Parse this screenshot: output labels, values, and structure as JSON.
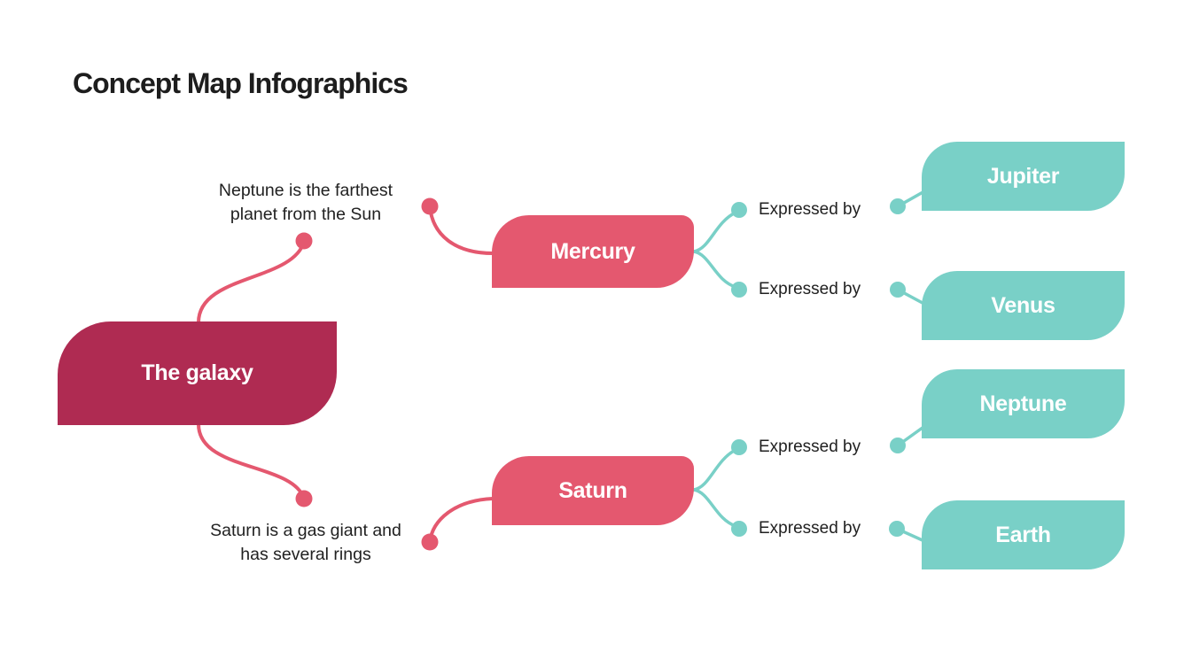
{
  "title": "Concept Map Infographics",
  "root": {
    "label": "The galaxy"
  },
  "annotations": {
    "top": [
      "Neptune is the farthest",
      "planet from the Sun"
    ],
    "bottom": [
      "Saturn is a gas giant and",
      "has several rings"
    ]
  },
  "branches": [
    {
      "label": "Mercury",
      "children": [
        {
          "relation": "Expressed by",
          "label": "Jupiter"
        },
        {
          "relation": "Expressed by",
          "label": "Venus"
        }
      ]
    },
    {
      "label": "Saturn",
      "children": [
        {
          "relation": "Expressed by",
          "label": "Neptune"
        },
        {
          "relation": "Expressed by",
          "label": "Earth"
        }
      ]
    }
  ],
  "colors": {
    "root_node": "#AF2B52",
    "branch_node": "#E4586F",
    "leaf_node": "#79D0C7",
    "pink_connector": "#E4586F",
    "teal_connector": "#79D0C7",
    "text": "#212121",
    "node_label": "#FFFFFF",
    "background": "#FFFFFF"
  }
}
